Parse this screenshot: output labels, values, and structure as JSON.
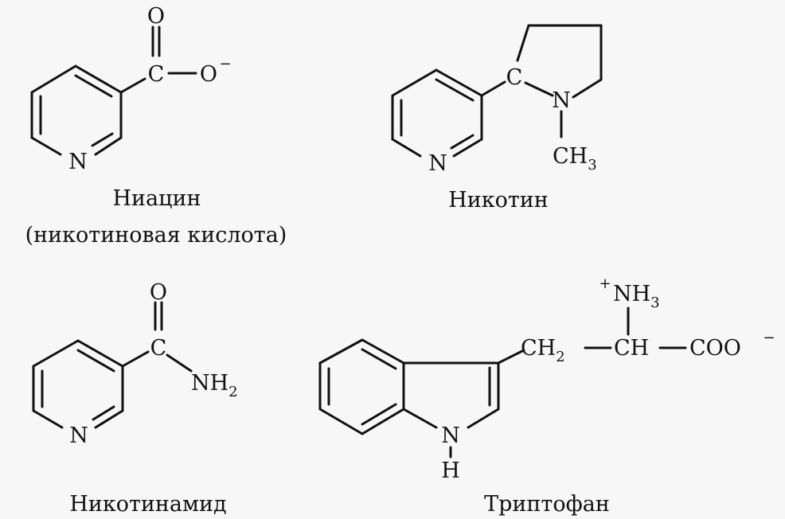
{
  "captions": {
    "niacin": "Ниацин",
    "niacin_alt": "(никотиновая кислота)",
    "nicotine": "Никотин",
    "nicotinamide": "Никотинамид",
    "tryptophan": "Триптофан"
  },
  "atoms": {
    "N": "N",
    "C": "C",
    "O": "O",
    "O_minus": "O",
    "minus": "−",
    "plus": "+",
    "CH": "CH",
    "CH3_base": "CH",
    "three": "3",
    "NH": "NH",
    "two": "2",
    "H": "H",
    "COO": "COO"
  },
  "colors": {
    "ink": "#111111",
    "background": "#f7f7f7"
  }
}
